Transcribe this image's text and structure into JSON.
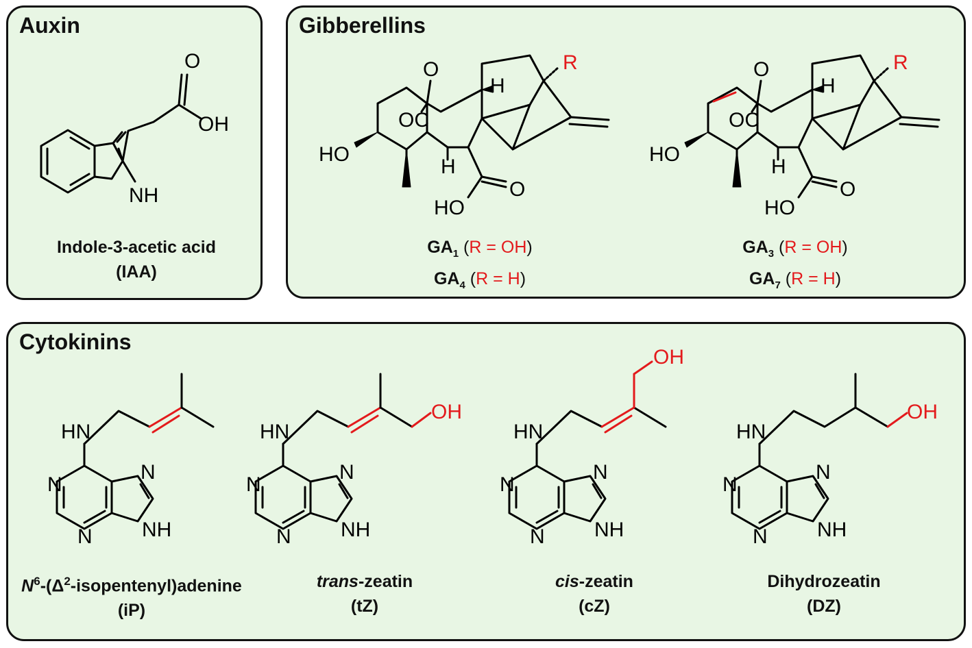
{
  "panels": {
    "auxin": {
      "title": "Auxin",
      "atoms": {
        "o": "O",
        "oh": "OH",
        "nh": "NH"
      },
      "caption": {
        "line1": "Indole-3-acetic acid",
        "line2": "(IAA)"
      }
    },
    "gibberellins": {
      "title": "Gibberellins",
      "atoms": {
        "o": "O",
        "oc": "OC",
        "h": "H",
        "ho": "HO",
        "r": "R",
        "carbonyl_o": "O"
      },
      "left": {
        "cap1": {
          "name": "GA",
          "sub": "1",
          "open": "(",
          "r": "R = OH",
          "close": ")"
        },
        "cap2": {
          "name": "GA",
          "sub": "4",
          "open": "(",
          "r": "R = H",
          "close": ")"
        }
      },
      "right": {
        "cap1": {
          "name": "GA",
          "sub": "3",
          "open": "(",
          "r": "R = OH",
          "close": ")"
        },
        "cap2": {
          "name": "GA",
          "sub": "7",
          "open": "(",
          "r": "R = H",
          "close": ")"
        }
      }
    },
    "cytokinins": {
      "title": "Cytokinins",
      "atoms": {
        "hn": "HN",
        "n": "N",
        "nh": "NH",
        "oh": "OH"
      },
      "compounds": [
        {
          "cap_pre": "N",
          "cap_sup": "6",
          "cap_mid": "-(Δ",
          "cap_sup2": "2",
          "cap_post": "-isopentenyl)adenine",
          "abbr": "(iP)"
        },
        {
          "cap_italic": "trans",
          "cap_rest": "-zeatin",
          "abbr": "(tZ)"
        },
        {
          "cap_italic": "cis",
          "cap_rest": "-zeatin",
          "abbr": "(cZ)"
        },
        {
          "cap_rest": "Dihydrozeatin",
          "abbr": "(DZ)"
        }
      ]
    }
  },
  "colors": {
    "panel_fill": "#e8f6e4",
    "border": "#111111",
    "highlight": "#e31a1c"
  }
}
